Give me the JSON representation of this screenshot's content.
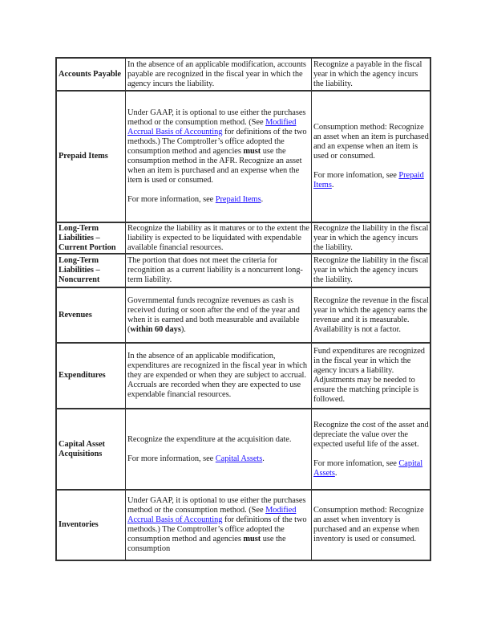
{
  "document": {
    "rows": [
      {
        "item": "Accounts Payable",
        "modified_accrual": "In the absence of an applicable modification, accounts payable are recognized in the fiscal year in which the agency incurs the liability.",
        "accrual": "Recognize a payable in the fiscal year in which the agency incurs the liability."
      },
      {
        "item": "Prepaid Items",
        "modified_accrual_p1_a": "Under GAAP, it is optional to use either the purchases method or the consumption method. (See ",
        "modified_accrual_link1": "Modified Accrual Basis of Accounting",
        "modified_accrual_p1_b": " for definitions of the two methods.) The Comptroller’s office adopted the consumption method and agencies ",
        "modified_accrual_bold": "must",
        "modified_accrual_p1_c": " use the consumption method in the AFR. Recognize an asset when an item is purchased and an expense when the item is used or consumed.",
        "modified_accrual_p2_a": "For more information, see ",
        "modified_accrual_link2": "Prepaid Items",
        "modified_accrual_p2_b": ".",
        "accrual_p1": "Consumption method: Recognize an asset when an item is purchased and an expense when an item is used or consumed.",
        "accrual_p2_a": "For more infomation, see ",
        "accrual_link": "Prepaid Items",
        "accrual_p2_b": "."
      },
      {
        "item": "Long-Term Liabilities – Current Portion",
        "modified_accrual": "Recognize the liability as it matures or to the extent the liability is expected to be liquidated with expendable available financial resources.",
        "accrual": "Recognize the liability in the fiscal year in which the agency incurs the liability."
      },
      {
        "item": "Long-Term Liabilities – Noncurrent",
        "modified_accrual": "The portion that does not meet the criteria for recognition as a current liability is a noncurrent long-term liability.",
        "accrual": "Recognize the liability in the fiscal year in which the agency incurs the liability."
      },
      {
        "item": "Revenues",
        "modified_accrual_a": "Governmental funds recognize revenues as cash is received during or soon after the end of the year and when it is earned and both measurable and available (",
        "modified_accrual_bold": "within 60 days",
        "modified_accrual_b": ").",
        "accrual": "Recognize the revenue in the fiscal year in which the agency earns the revenue and it is measurable. Availability is not a factor."
      },
      {
        "item": "Expenditures",
        "modified_accrual": "In the absence of an applicable modification, expenditures are recognized in the fiscal year in which they are expended or when they are subject to accrual. Accruals are recorded when they are expected to use expendable financial resources.",
        "accrual": "Fund expenditures are recognized in the fiscal year in which the agency incurs a liability. Adjustments may be needed to ensure the matching principle is followed."
      },
      {
        "item": "Capital Asset Acquisitions",
        "modified_accrual_p1": "Recognize the expenditure at the acquisition date.",
        "modified_accrual_p2_a": "For more information, see ",
        "modified_accrual_link": "Capital Assets",
        "modified_accrual_p2_b": ".",
        "accrual_p1": "Recognize the cost of the asset and depreciate the value over the expected useful life of the asset.",
        "accrual_p2_a": "For more infomation, see ",
        "accrual_link": "Capital Assets",
        "accrual_p2_b": "."
      },
      {
        "item": "Inventories",
        "modified_accrual_a": "Under GAAP, it is optional to use either the purchases method or the consumption method. (See ",
        "modified_accrual_link": "Modified Accrual Basis of Accounting",
        "modified_accrual_b": " for definitions of the two methods.) The Comptroller’s office adopted the consumption method and agencies ",
        "modified_accrual_bold": "must",
        "modified_accrual_c": " use the consumption",
        "accrual": "Consumption method: Recognize an asset when inventory is purchased and an expense when inventory is used or consumed."
      }
    ],
    "colors": {
      "link": "#1a0dff",
      "border": "#333333",
      "text": "#1a1a1a"
    }
  }
}
